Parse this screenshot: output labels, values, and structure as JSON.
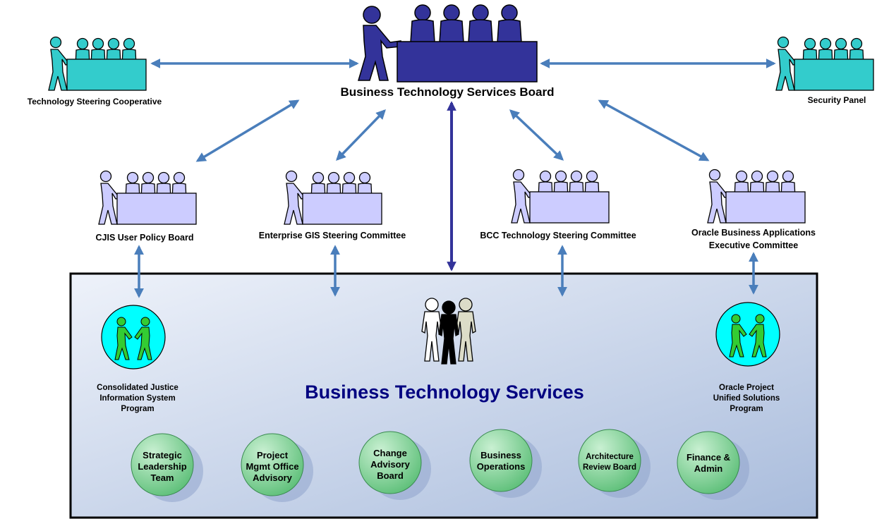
{
  "colors": {
    "board_fill": "#33339a",
    "teal_fill": "#33cccc",
    "lavender_fill": "#ccccff",
    "arrow": "#4a7ebb",
    "arrow_main": "#33339a",
    "bts_title": "#000080",
    "circle_green": "#7fd495",
    "handshake_circle": "#00ffff",
    "handshake_figure": "#33cc33"
  },
  "board": {
    "name": "Business Technology Services Board"
  },
  "side_groups": [
    {
      "name": "Technology Steering Cooperative",
      "icon": "committee-icon"
    },
    {
      "name": "Security Panel",
      "icon": "committee-icon"
    }
  ],
  "committees": [
    {
      "lines": [
        "CJIS User Policy Board"
      ]
    },
    {
      "lines": [
        "Enterprise GIS Steering Committee"
      ]
    },
    {
      "lines": [
        "BCC Technology Steering Committee"
      ]
    },
    {
      "lines": [
        "Oracle Business Applications",
        "Executive Committee"
      ]
    }
  ],
  "bts": {
    "title": "Business Technology Services",
    "programs": [
      {
        "lines": [
          "Consolidated Justice",
          "Information System",
          "Program"
        ],
        "icon": "handshake-icon"
      },
      {
        "lines": [
          "Oracle Project",
          "Unified Solutions",
          "Program"
        ],
        "icon": "handshake-icon"
      }
    ],
    "teams": [
      {
        "lines": [
          "Strategic",
          "Leadership",
          "Team"
        ]
      },
      {
        "lines": [
          "Project",
          "Mgmt Office",
          "Advisory"
        ]
      },
      {
        "lines": [
          "Change",
          "Advisory",
          "Board"
        ]
      },
      {
        "lines": [
          "Business",
          "Operations"
        ]
      },
      {
        "lines": [
          "Architecture",
          "Review Board"
        ]
      },
      {
        "lines": [
          "Finance &",
          "Admin"
        ]
      }
    ]
  }
}
